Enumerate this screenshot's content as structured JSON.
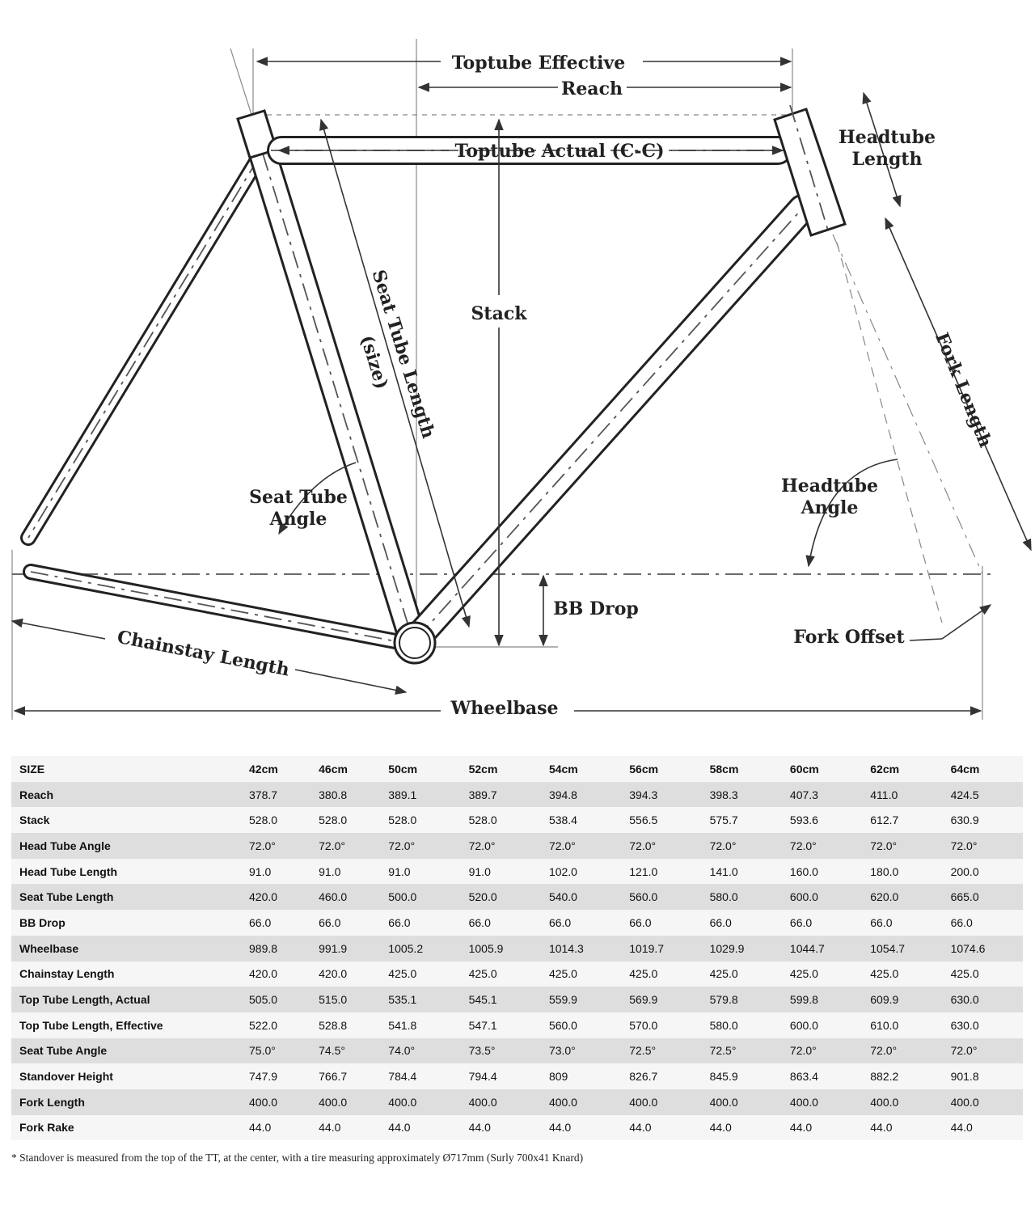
{
  "diagram": {
    "labels": {
      "toptube_effective": "Toptube Effective",
      "reach": "Reach",
      "toptube_actual": "Toptube Actual (C-C)",
      "headtube_length_1": "Headtube",
      "headtube_length_2": "Length",
      "stack": "Stack",
      "seat_tube_length": "Seat Tube Length",
      "seat_tube_size": "(size)",
      "fork_length": "Fork Length",
      "seat_tube_angle_1": "Seat Tube",
      "seat_tube_angle_2": "Angle",
      "headtube_angle_1": "Headtube",
      "headtube_angle_2": "Angle",
      "bb_drop": "BB Drop",
      "fork_offset": "Fork Offset",
      "chainstay_length": "Chainstay Length",
      "wheelbase": "Wheelbase"
    }
  },
  "table": {
    "header": [
      "SIZE",
      "42cm",
      "46cm",
      "50cm",
      "52cm",
      "54cm",
      "56cm",
      "58cm",
      "60cm",
      "62cm",
      "64cm"
    ],
    "rows": [
      [
        "Reach",
        "378.7",
        "380.8",
        "389.1",
        "389.7",
        "394.8",
        "394.3",
        "398.3",
        "407.3",
        "411.0",
        "424.5"
      ],
      [
        "Stack",
        "528.0",
        "528.0",
        "528.0",
        "528.0",
        "538.4",
        "556.5",
        "575.7",
        "593.6",
        "612.7",
        "630.9"
      ],
      [
        "Head Tube Angle",
        "72.0°",
        "72.0°",
        "72.0°",
        "72.0°",
        "72.0°",
        "72.0°",
        "72.0°",
        "72.0°",
        "72.0°",
        "72.0°"
      ],
      [
        "Head Tube Length",
        "91.0",
        "91.0",
        "91.0",
        "91.0",
        "102.0",
        "121.0",
        "141.0",
        "160.0",
        "180.0",
        "200.0"
      ],
      [
        "Seat Tube Length",
        "420.0",
        "460.0",
        "500.0",
        "520.0",
        "540.0",
        "560.0",
        "580.0",
        "600.0",
        "620.0",
        "665.0"
      ],
      [
        "BB Drop",
        "66.0",
        "66.0",
        "66.0",
        "66.0",
        "66.0",
        "66.0",
        "66.0",
        "66.0",
        "66.0",
        "66.0"
      ],
      [
        "Wheelbase",
        "989.8",
        "991.9",
        "1005.2",
        "1005.9",
        "1014.3",
        "1019.7",
        "1029.9",
        "1044.7",
        "1054.7",
        "1074.6"
      ],
      [
        "Chainstay Length",
        "420.0",
        "420.0",
        "425.0",
        "425.0",
        "425.0",
        "425.0",
        "425.0",
        "425.0",
        "425.0",
        "425.0"
      ],
      [
        "Top Tube Length, Actual",
        "505.0",
        "515.0",
        "535.1",
        "545.1",
        "559.9",
        "569.9",
        "579.8",
        "599.8",
        "609.9",
        "630.0"
      ],
      [
        "Top Tube Length, Effective",
        "522.0",
        "528.8",
        "541.8",
        "547.1",
        "560.0",
        "570.0",
        "580.0",
        "600.0",
        "610.0",
        "630.0"
      ],
      [
        "Seat Tube Angle",
        "75.0°",
        "74.5°",
        "74.0°",
        "73.5°",
        "73.0°",
        "72.5°",
        "72.5°",
        "72.0°",
        "72.0°",
        "72.0°"
      ],
      [
        "Standover Height",
        "747.9",
        "766.7",
        "784.4",
        "794.4",
        "809",
        "826.7",
        "845.9",
        "863.4",
        "882.2",
        "901.8"
      ],
      [
        "Fork Length",
        "400.0",
        "400.0",
        "400.0",
        "400.0",
        "400.0",
        "400.0",
        "400.0",
        "400.0",
        "400.0",
        "400.0"
      ],
      [
        "Fork Rake",
        "44.0",
        "44.0",
        "44.0",
        "44.0",
        "44.0",
        "44.0",
        "44.0",
        "44.0",
        "44.0",
        "44.0"
      ]
    ]
  },
  "footnote": "* Standover is measured from the top of the TT, at the center, with a tire measuring approximately Ø717mm (Surly 700x41 Knard)"
}
